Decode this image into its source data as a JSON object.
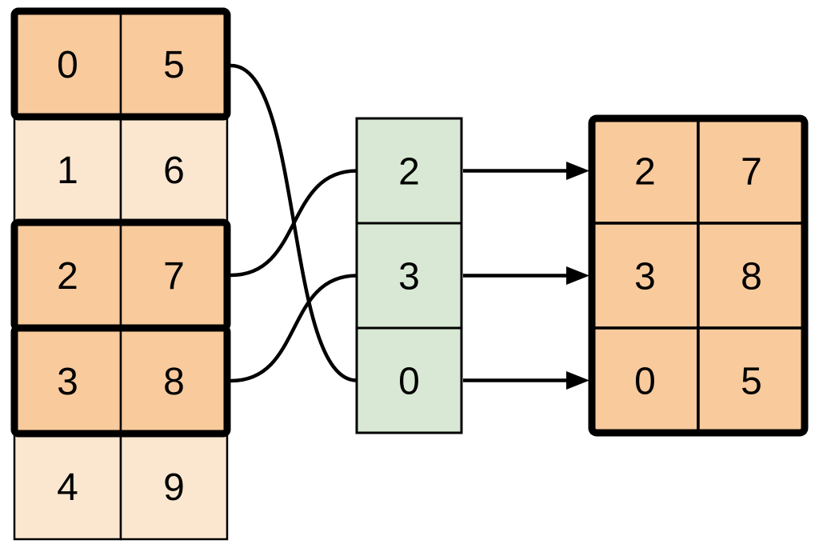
{
  "colors": {
    "highlight_fill": "#F8CA9C",
    "normal_fill": "#FBE7D0",
    "index_fill": "#D9E8D4",
    "line": "#000000",
    "background": "#FFFFFF"
  },
  "source_table": {
    "rows": [
      {
        "highlighted": true,
        "cells": [
          "0",
          "5"
        ]
      },
      {
        "highlighted": false,
        "cells": [
          "1",
          "6"
        ]
      },
      {
        "highlighted": true,
        "cells": [
          "2",
          "7"
        ]
      },
      {
        "highlighted": true,
        "cells": [
          "3",
          "8"
        ]
      },
      {
        "highlighted": false,
        "cells": [
          "4",
          "9"
        ]
      }
    ]
  },
  "index_column": {
    "cells": [
      "2",
      "3",
      "0"
    ]
  },
  "output_table": {
    "rows": [
      {
        "cells": [
          "2",
          "7"
        ]
      },
      {
        "cells": [
          "3",
          "8"
        ]
      },
      {
        "cells": [
          "0",
          "5"
        ]
      }
    ]
  }
}
